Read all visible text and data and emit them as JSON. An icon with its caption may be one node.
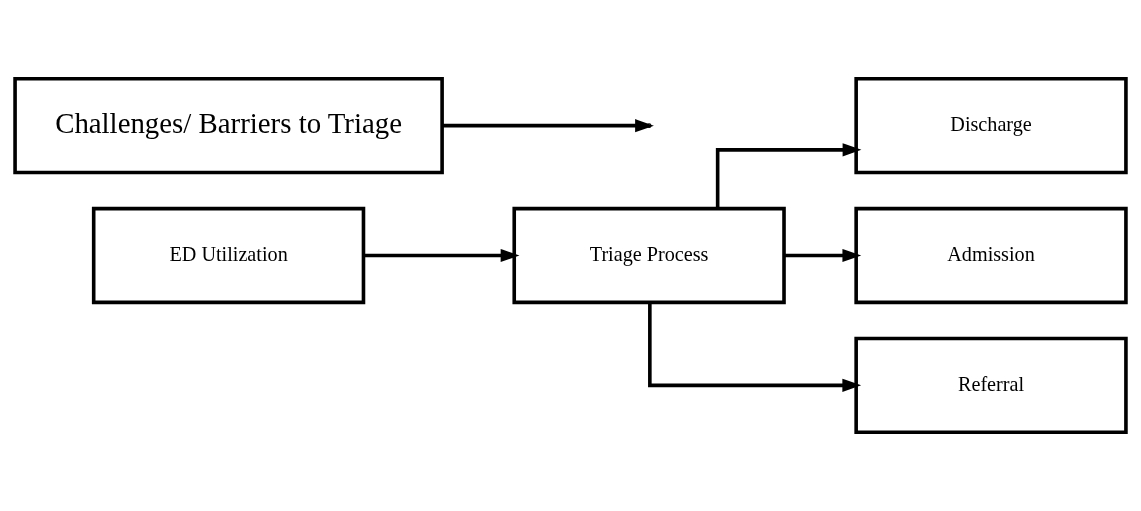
{
  "diagram": {
    "nodes": [
      {
        "text": [
          "ED Utilization"
        ]
      },
      {
        "text": [
          "Triage Process"
        ]
      },
      {
        "text": [
          "Discharge"
        ]
      },
      {
        "text": [
          "Admission"
        ]
      },
      {
        "text": [
          "Referral"
        ]
      },
      {
        "text": [
          "Challenges/ Barriers to Triage"
        ]
      }
    ],
    "edges": [
      {
        "from": 0,
        "to": 1,
        "arrow": "to"
      },
      {
        "from": 1,
        "to": 2,
        "arrow": "to"
      },
      {
        "from": 1,
        "to": 3,
        "arrow": "to"
      },
      {
        "from": 1,
        "to": 4,
        "arrow": "to"
      },
      {
        "from": 5,
        "to": null,
        "arrow": "to"
      }
    ]
  }
}
